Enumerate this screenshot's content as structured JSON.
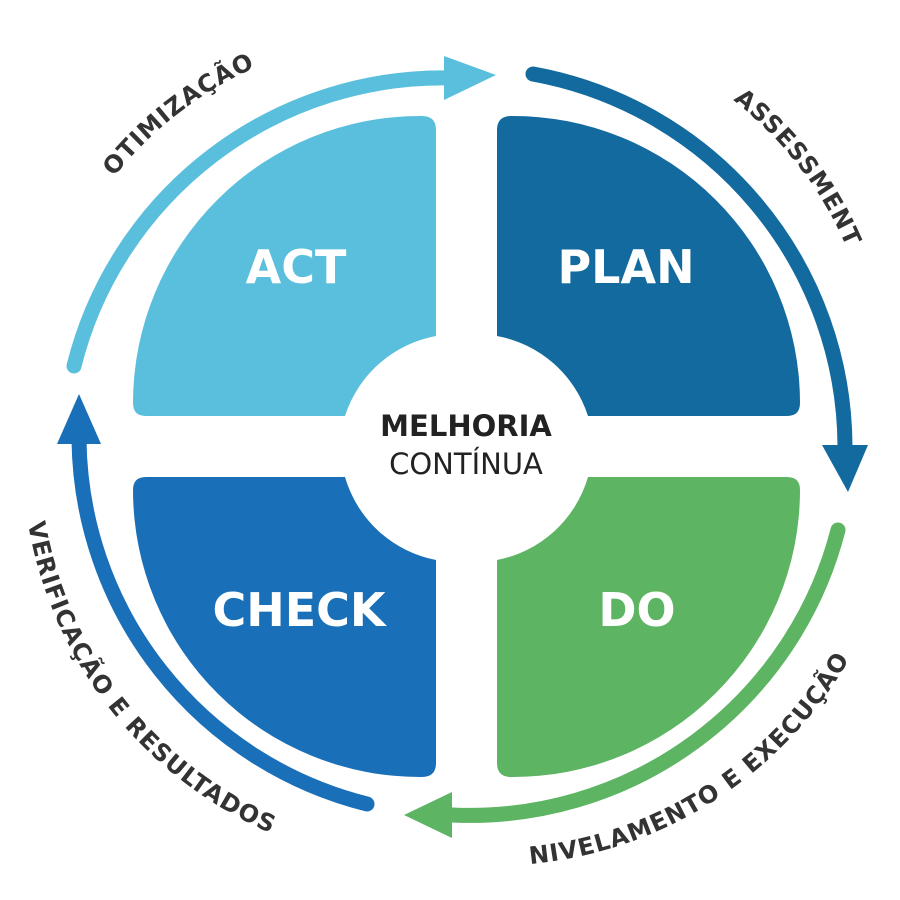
{
  "center": {
    "title": "MELHORIA",
    "subtitle": "CONTÍNUA"
  },
  "quadrants": [
    {
      "key": "act",
      "label": "ACT",
      "color": "#5ABFDD"
    },
    {
      "key": "plan",
      "label": "PLAN",
      "color": "#136A9F"
    },
    {
      "key": "check",
      "label": "CHECK",
      "color": "#1A70B8"
    },
    {
      "key": "do",
      "label": "DO",
      "color": "#5DB462"
    }
  ],
  "arcs": [
    {
      "key": "otimizacao",
      "label": "OTIMIZAÇÃO",
      "color": "#5ABFDD"
    },
    {
      "key": "assessment",
      "label": "ASSESSMENT",
      "color": "#136A9F"
    },
    {
      "key": "nivelamento",
      "label": "NIVELAMENTO E EXECUÇÃO",
      "color": "#5DB462"
    },
    {
      "key": "verificacao",
      "label": "VERIFICAÇÃO E RESULTADOS",
      "color": "#1A70B8"
    }
  ]
}
